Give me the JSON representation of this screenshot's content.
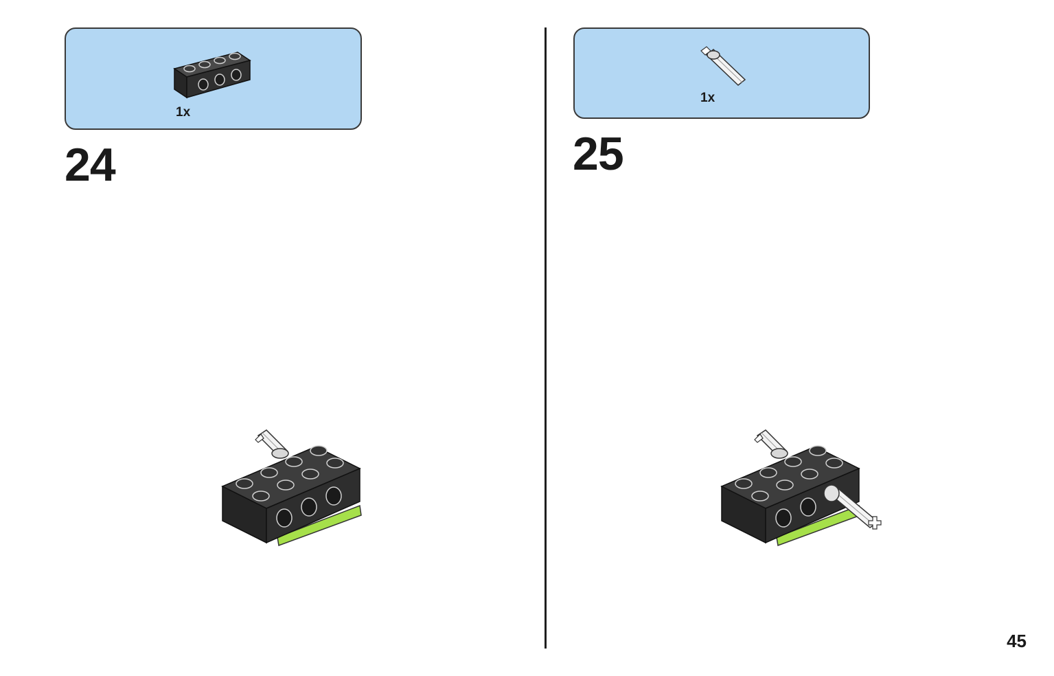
{
  "page_number": "45",
  "steps": [
    {
      "number": "24",
      "parts": [
        {
          "quantity": "1x",
          "icon": "technic-brick-1x4-black-icon"
        }
      ],
      "model_icon": "assembly-step-24-icon"
    },
    {
      "number": "25",
      "parts": [
        {
          "quantity": "1x",
          "icon": "axle-pin-white-icon"
        }
      ],
      "model_icon": "assembly-step-25-icon"
    }
  ],
  "colors": {
    "parts_box_bg": "#b3d7f3",
    "brick_black": "#2f2f2f",
    "plate_green": "#a6e04a",
    "axle_white": "#f2f2f2"
  }
}
